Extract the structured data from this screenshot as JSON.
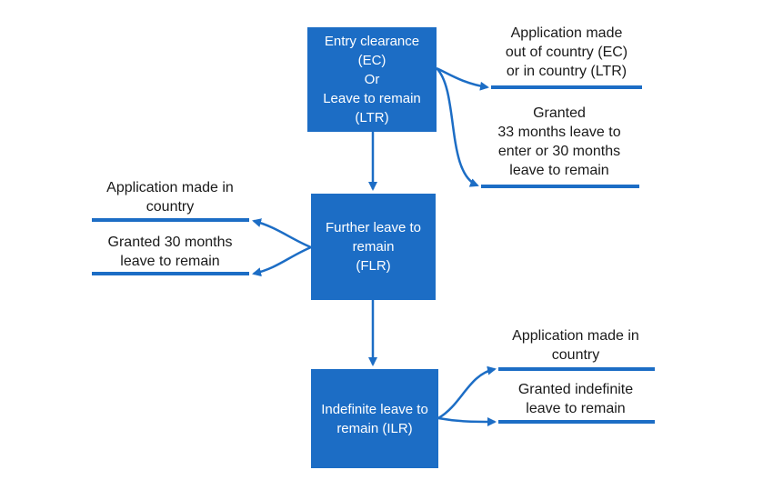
{
  "colors": {
    "box_fill": "#1C6DC5",
    "connector": "#1C6DC5",
    "box_text": "#ffffff",
    "label_text": "#1a1a1a"
  },
  "boxes": {
    "entry": {
      "lines": [
        "Entry clearance",
        "(EC)",
        "Or",
        "Leave to remain",
        "(LTR)"
      ]
    },
    "flr": {
      "lines": [
        "Further leave to",
        "remain",
        "(FLR)"
      ]
    },
    "ilr": {
      "lines": [
        "Indefinite leave to",
        "remain (ILR)"
      ]
    }
  },
  "labels": {
    "entry_application": {
      "lines": [
        "Application made",
        "out of country (EC)",
        "or in country (LTR)"
      ]
    },
    "entry_granted": {
      "lines": [
        "Granted",
        "33 months leave to",
        "enter or 30 months",
        "leave to remain"
      ]
    },
    "flr_application": {
      "lines": [
        "Application made in",
        "country"
      ]
    },
    "flr_granted": {
      "lines": [
        "Granted 30 months",
        "leave to remain"
      ]
    },
    "ilr_application": {
      "lines": [
        "Application made in",
        "country"
      ]
    },
    "ilr_granted": {
      "lines": [
        "Granted indefinite",
        "leave to remain"
      ]
    }
  }
}
